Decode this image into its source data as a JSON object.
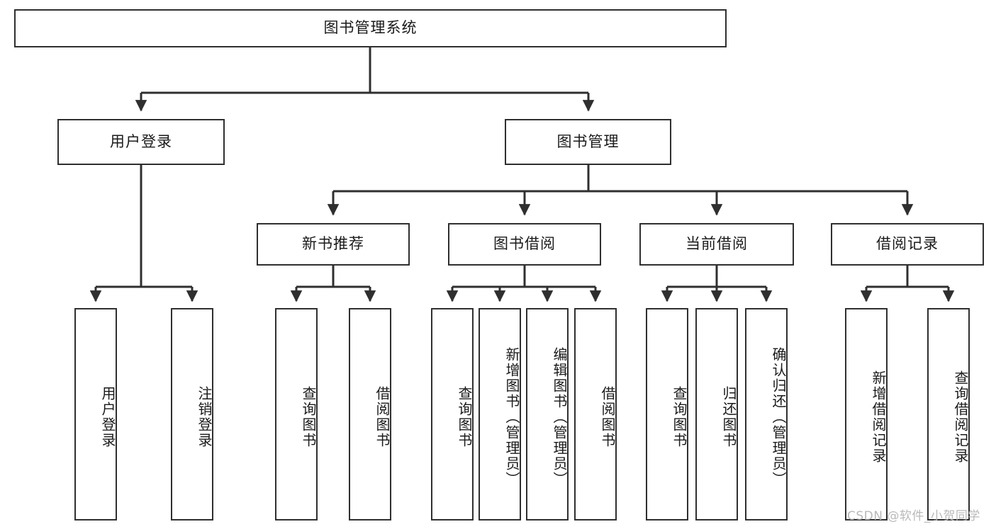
{
  "diagram": {
    "title": "图书管理系统",
    "type": "tree-hierarchy",
    "root": {
      "label": "图书管理系统"
    },
    "level2": [
      {
        "label": "用户登录"
      },
      {
        "label": "图书管理"
      }
    ],
    "level3": [
      {
        "label": "新书推荐"
      },
      {
        "label": "图书借阅"
      },
      {
        "label": "当前借阅"
      },
      {
        "label": "借阅记录"
      }
    ],
    "leaves": {
      "user_login": [
        {
          "label": "用户登录"
        },
        {
          "label": "注销登录"
        }
      ],
      "new_book_recommend": [
        {
          "label": "查询图书"
        },
        {
          "label": "借阅图书"
        }
      ],
      "book_borrow": [
        {
          "label": "查询图书"
        },
        {
          "label": "新增图书（管理员）"
        },
        {
          "label": "编辑图书（管理员）"
        },
        {
          "label": "借阅图书"
        }
      ],
      "current_borrow": [
        {
          "label": "查询图书"
        },
        {
          "label": "归还图书"
        },
        {
          "label": "确认归还（管理员）"
        }
      ],
      "borrow_record": [
        {
          "label": "新增借阅记录"
        },
        {
          "label": "查询借阅记录"
        }
      ]
    }
  },
  "watermark": {
    "text": "CSDN @软件_小贺同学"
  },
  "colors": {
    "stroke": "#2f2f2f",
    "background": "#ffffff",
    "text": "#1a1a1a",
    "watermark": "#b9b9b9"
  }
}
